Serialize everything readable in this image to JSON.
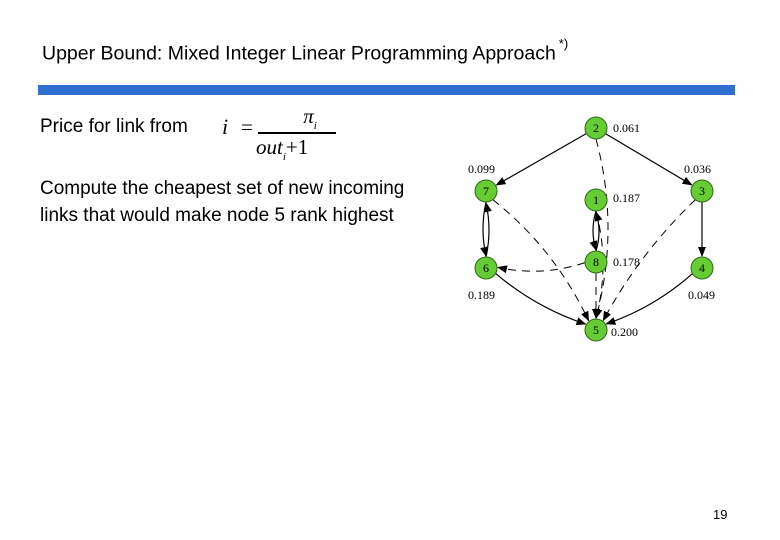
{
  "slide": {
    "title": "Upper Bound: Mixed Integer Linear Programming Approach",
    "title_mark": "*)",
    "price_label": "Price for link from",
    "formula": {
      "lhs": "i",
      "eq": "=",
      "num_sym": "π",
      "num_sub": "i",
      "den_var": "out",
      "den_sub": "i",
      "den_rest": "+1"
    },
    "compute_text": "Compute the cheapest set of new incoming links that would make node 5 rank highest",
    "page_number": "19",
    "accent_color": "#2e6fd0",
    "node_color": "#66cc33"
  },
  "graph": {
    "nodes": [
      {
        "id": "2",
        "value": "0.061"
      },
      {
        "id": "7",
        "value": "0.099"
      },
      {
        "id": "1",
        "value": "0.187"
      },
      {
        "id": "3",
        "value": "0.036"
      },
      {
        "id": "6",
        "value": "0.189"
      },
      {
        "id": "8",
        "value": "0.178"
      },
      {
        "id": "4",
        "value": "0.049"
      },
      {
        "id": "5",
        "value": "0.200"
      }
    ],
    "edges": [
      {
        "from": "2",
        "to": "7",
        "style": "solid"
      },
      {
        "from": "2",
        "to": "3",
        "style": "solid"
      },
      {
        "from": "1",
        "to": "8",
        "style": "solid"
      },
      {
        "from": "8",
        "to": "1",
        "style": "solid"
      },
      {
        "from": "7",
        "to": "6",
        "style": "solid"
      },
      {
        "from": "6",
        "to": "7",
        "style": "solid"
      },
      {
        "from": "3",
        "to": "4",
        "style": "solid"
      },
      {
        "from": "6",
        "to": "5",
        "style": "solid"
      },
      {
        "from": "4",
        "to": "5",
        "style": "solid"
      },
      {
        "from": "8",
        "to": "6",
        "style": "dashed"
      },
      {
        "from": "7",
        "to": "5",
        "style": "dashed"
      },
      {
        "from": "8",
        "to": "5",
        "style": "dashed"
      },
      {
        "from": "1",
        "to": "5",
        "style": "dashed"
      },
      {
        "from": "2",
        "to": "5",
        "style": "dashed"
      },
      {
        "from": "3",
        "to": "5",
        "style": "dashed"
      }
    ]
  }
}
